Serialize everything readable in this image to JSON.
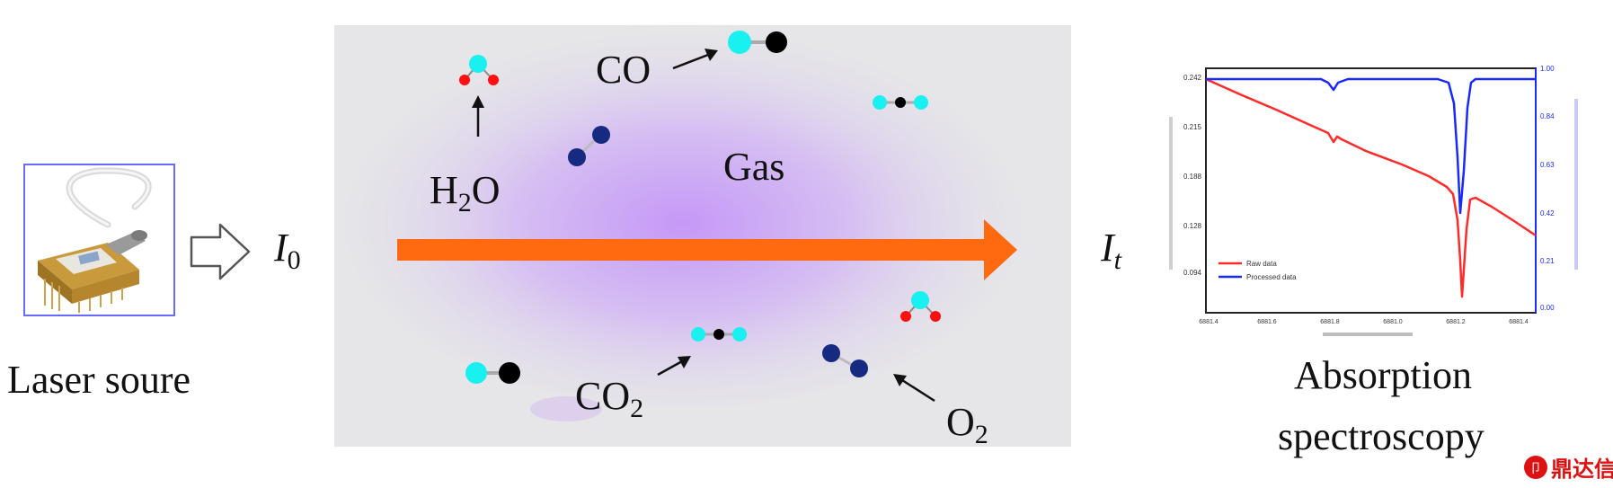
{
  "labels": {
    "laser_source": "Laser soure",
    "i0_main": "I",
    "i0_sub": "0",
    "it_main": "I",
    "it_sub": "t",
    "gas": "Gas",
    "co": "CO",
    "h2o_h": "H",
    "h2o_sub": "2",
    "h2o_o": "O",
    "co2_main": "CO",
    "co2_sub": "2",
    "o2_main": "O",
    "o2_sub": "2",
    "absorption_line1": "Absorption",
    "absorption_line2": "spectroscopy",
    "watermark": "鼎达信"
  },
  "colors": {
    "beam": "#ff6a10",
    "chamber_bg": "#e6e6e8",
    "glow": "#c79cf5",
    "cyan_atom": "#19f0f0",
    "red_atom": "#ff1010",
    "navy_atom": "#152a80",
    "black_atom": "#000000",
    "raw_curve": "#ff2a2a",
    "processed_curve": "#1a2aff",
    "panel_border": "#6a6aff"
  },
  "inset_chart": {
    "legend": [
      "Raw data",
      "Processed data"
    ],
    "left_ticks": [
      "0.242",
      "0.215",
      "0.188",
      "0.128",
      "0.094"
    ],
    "right_ticks": [
      "1.00",
      "0.84",
      "0.63",
      "0.42",
      "0.21",
      "0.00"
    ],
    "x_ticks": [
      "6881.4",
      "6881.6",
      "6881.8",
      "6881.0",
      "6881.2",
      "6881.4"
    ]
  }
}
